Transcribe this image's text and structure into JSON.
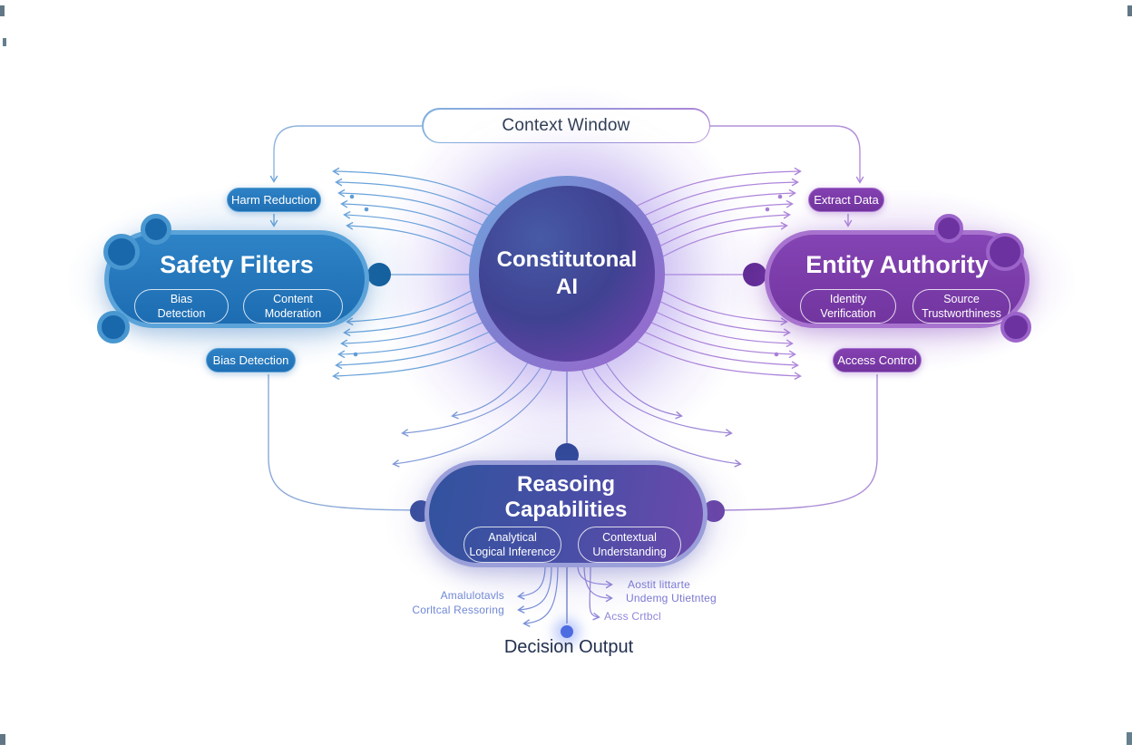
{
  "colors": {
    "blue_node": "#2378bc",
    "blue_border": "#5ba3d9",
    "purple_node": "#7b3cab",
    "purple_border": "#a873cf",
    "indigo_node": "#41509f",
    "core_top": "#6fa6de",
    "core_bottom": "#9a67cd",
    "line_blue": "#6ba3da",
    "line_purple": "#ad85da",
    "text_dark": "#22304e",
    "glow_lavender": "#a892e8",
    "decision_dot": "#4d6be0"
  },
  "context_window": {
    "label": "Context Window"
  },
  "core": {
    "label": "Constitutonal\nAI"
  },
  "safety_filters": {
    "title": "Safety Filters",
    "pill1": "Bias\nDetection",
    "pill2": "Content\nModeration"
  },
  "entity_authority": {
    "title": "Entity Authority",
    "pill1": "Identity\nVerification",
    "pill2": "Source\nTrustworthiness"
  },
  "reasoning": {
    "title": "Reasoing\nCapabilities",
    "pill1": "Analytical\nLogical Inference",
    "pill2": "Contextual\nUnderstanding"
  },
  "tags": {
    "harm_reduction": "Harm Reduction",
    "extract_data": "Extract Data",
    "bias_detection": "Bias Detection",
    "access_control": "Access Control"
  },
  "annotations": {
    "left1": "Amalulotavls",
    "left2": "Corltcal Ressoring",
    "right1": "Aostit littarte",
    "right2": "Undemg Utietnteg",
    "right3": "Acss Crtbcl"
  },
  "decision_output": {
    "label": "Decision Output"
  }
}
